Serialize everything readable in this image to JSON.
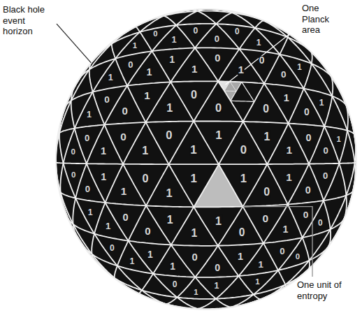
{
  "diagram": {
    "labels": [
      "Black hole event horizon",
      "One Planck area",
      "One unit of entropy",
      "0",
      "1",
      "0",
      "1",
      "0",
      "0",
      "1",
      "0",
      "1",
      "1",
      "1",
      "0",
      "1",
      "0",
      "1",
      "1",
      "0",
      "0",
      "1",
      "0",
      "0",
      "1",
      "1",
      "0",
      "0",
      "1",
      "0",
      "1",
      "0",
      "1",
      "1",
      "0",
      "0",
      "1",
      "0",
      "1",
      "1",
      "0",
      "1",
      "0",
      "0",
      "1",
      "0",
      "1",
      "1",
      "0",
      "0",
      "1",
      "0",
      "1",
      "1",
      "1",
      "0",
      "0",
      "1",
      "0",
      "1",
      "0",
      "0",
      "1",
      "0",
      "1",
      "1",
      "0",
      "1",
      "0",
      "0",
      "1",
      "1",
      "0",
      "1",
      "0",
      "0",
      "1",
      "0",
      "1",
      "1",
      "0",
      "1",
      "1"
    ]
  }
}
